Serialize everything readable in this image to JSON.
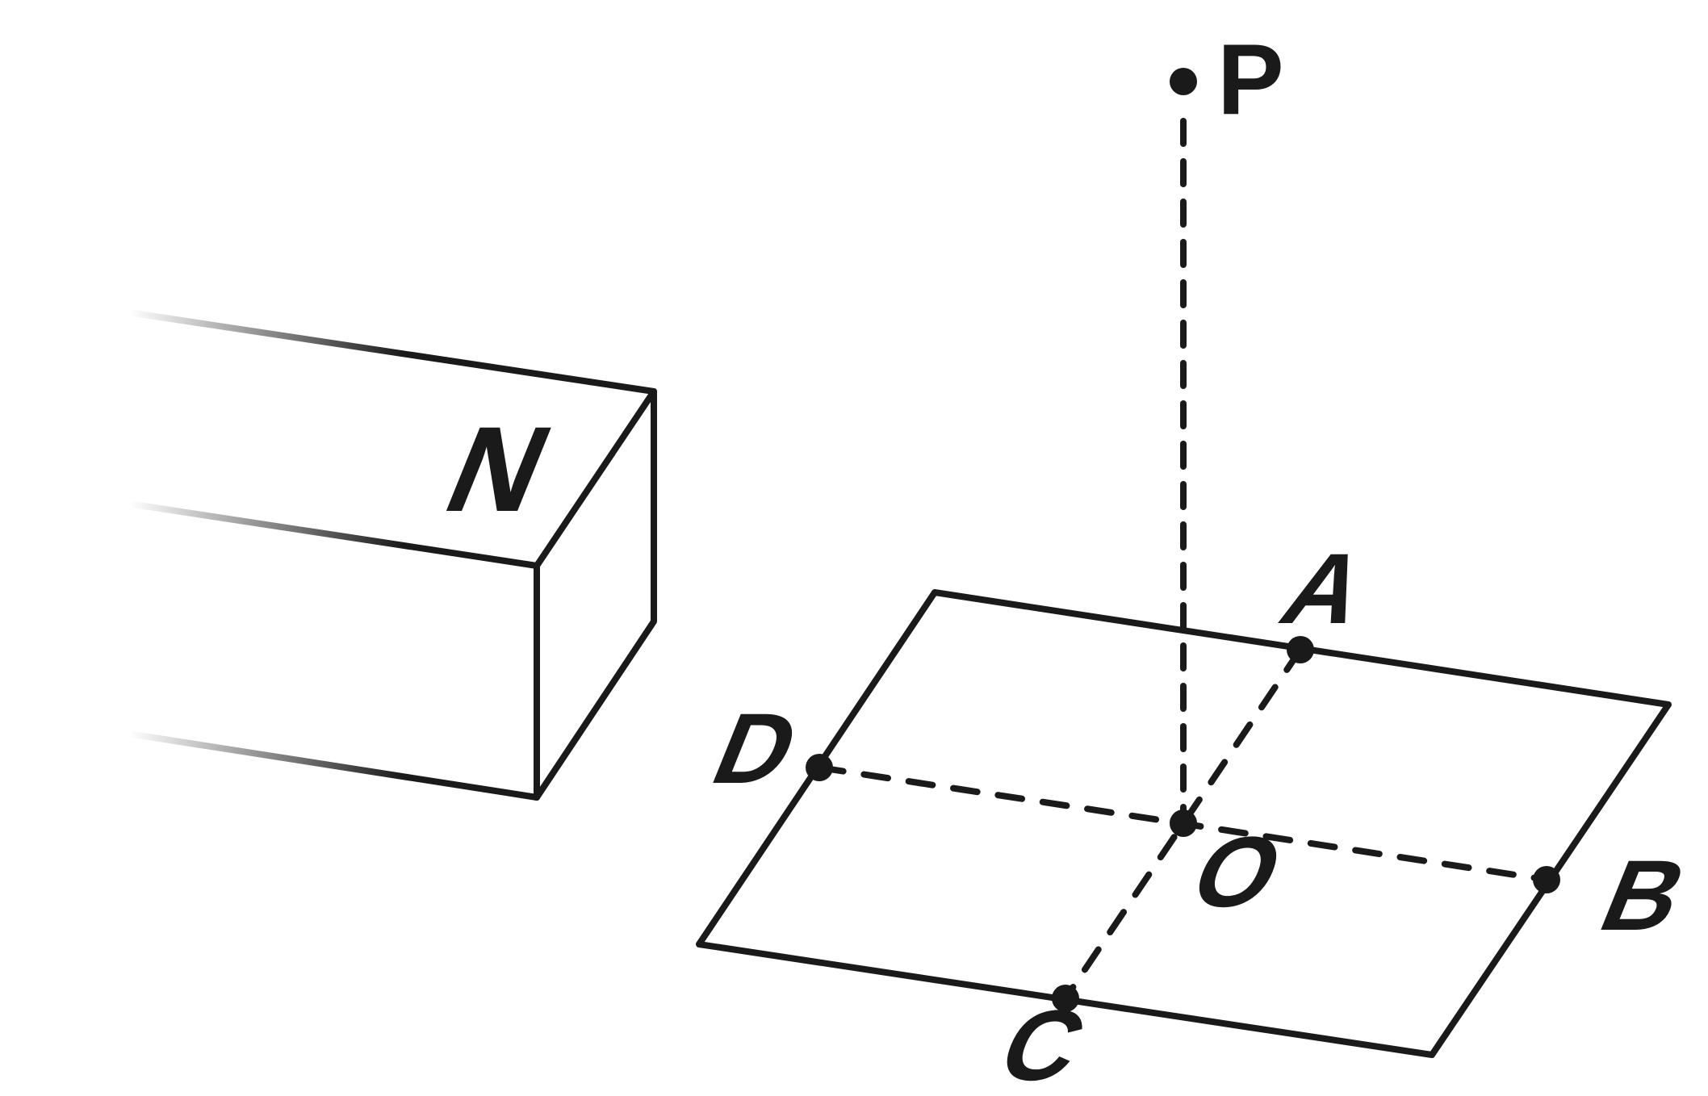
{
  "magnet": {
    "pole_label": "N"
  },
  "points": {
    "P": "P",
    "A": "A",
    "B": "B",
    "C": "C",
    "D": "D",
    "O": "O"
  },
  "colors": {
    "ink": "#1a1a1a",
    "background": "#ffffff"
  }
}
